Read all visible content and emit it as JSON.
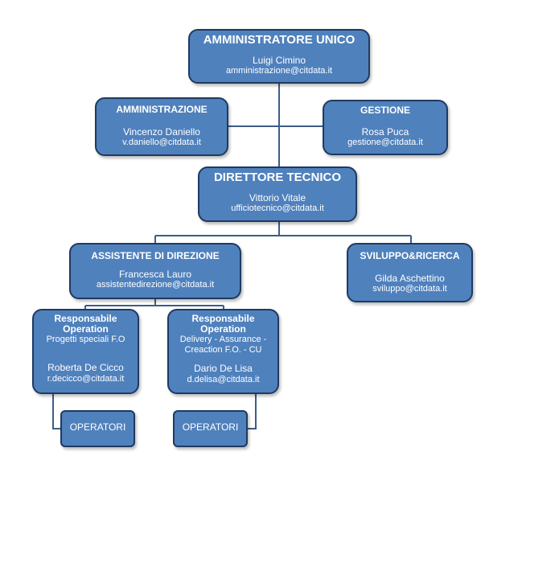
{
  "colors": {
    "box_fill": "#4f81bd",
    "box_border": "#1f3a60",
    "connector": "#3b5e89",
    "text": "#ffffff"
  },
  "amministratore_unico": {
    "title": "AMMINISTRATORE UNICO",
    "name": "Luigi Cimino",
    "email": "amministrazione@citdata.it"
  },
  "amministrazione": {
    "title": "AMMINISTRAZIONE",
    "name": "Vincenzo Daniello",
    "email": "v.daniello@citdata.it"
  },
  "gestione": {
    "title": "GESTIONE",
    "name": "Rosa Puca",
    "email": "gestione@citdata.it"
  },
  "direttore_tecnico": {
    "title": "DIRETTORE TECNICO",
    "name": "Vittorio Vitale",
    "email": "ufficiotecnico@citdata.it"
  },
  "assistente_direzione": {
    "title": "ASSISTENTE DI DIREZIONE",
    "name": "Francesca Lauro",
    "email": "assistentedirezione@citdata.it"
  },
  "sviluppo_ricerca": {
    "title": "SVILUPPO&RICERCA",
    "name": "Gilda Aschettino",
    "email": "sviluppo@citdata.it"
  },
  "resp_progetti": {
    "title_line1": "Responsabile",
    "title_line2": "Operation",
    "desc": "Progetti speciali F.O",
    "name": "Roberta De Cicco",
    "email": "r.decicco@citdata.it"
  },
  "resp_delivery": {
    "title_line1": "Responsabile",
    "title_line2": "Operation",
    "desc_line1": "Delivery - Assurance -",
    "desc_line2": "Creaction F.O. - CU",
    "name": "Dario De Lisa",
    "email": "d.delisa@citdata.it"
  },
  "operatori_left": {
    "label": "OPERATORI"
  },
  "operatori_right": {
    "label": "OPERATORI"
  }
}
